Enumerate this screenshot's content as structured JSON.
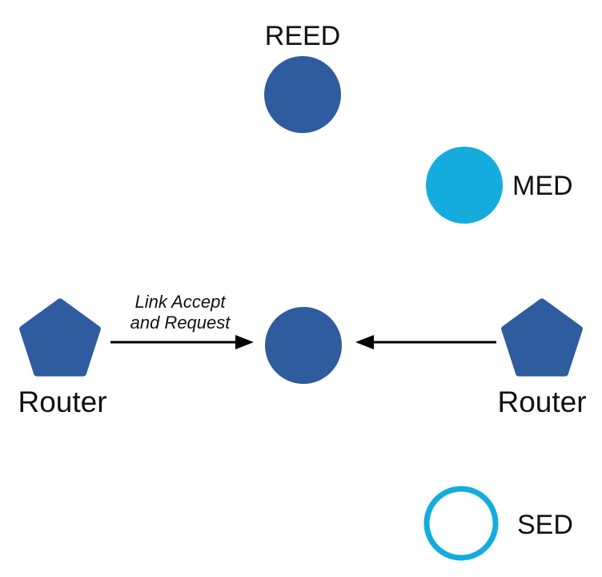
{
  "diagram": {
    "type": "network-topology",
    "background": "#ffffff",
    "colors": {
      "node_blue": "#2E5C9E",
      "node_cyan": "#14ACDC",
      "arrow_black": "#000000",
      "label_black": "#111111"
    },
    "nodes": {
      "reed": {
        "label": "REED",
        "shape": "circle-filled",
        "color": "#2E5C9E"
      },
      "med": {
        "label": "MED",
        "shape": "circle-filled",
        "color": "#14ACDC"
      },
      "center": {
        "label": "",
        "shape": "circle-filled",
        "color": "#2E5C9E"
      },
      "router_left": {
        "label": "Router",
        "shape": "pentagon",
        "color": "#2E5C9E"
      },
      "router_right": {
        "label": "Router",
        "shape": "pentagon",
        "color": "#2E5C9E"
      },
      "sed": {
        "label": "SED",
        "shape": "circle-outline",
        "color": "#14ACDC"
      }
    },
    "edges": {
      "left_router_to_center": {
        "label_line1": "Link Accept",
        "label_line2": "and Request",
        "from": "router_left",
        "to": "center",
        "direction": "right"
      },
      "right_router_to_center": {
        "label_line1": "",
        "label_line2": "",
        "from": "router_right",
        "to": "center",
        "direction": "left"
      }
    }
  }
}
